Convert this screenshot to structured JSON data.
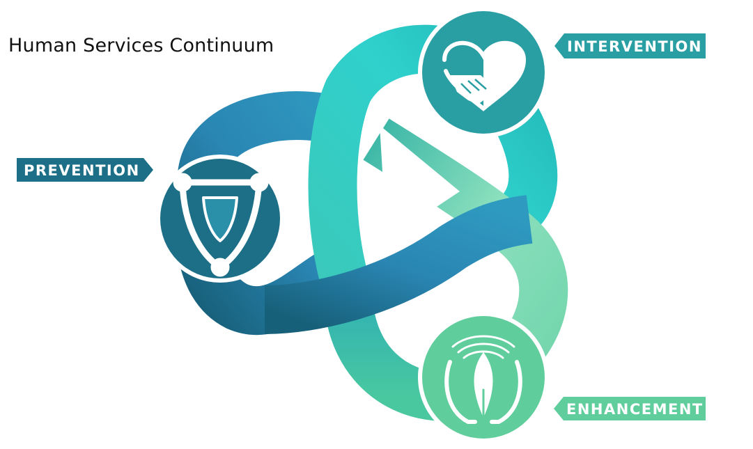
{
  "title": "Human Services Continuum",
  "labels": {
    "prevention": "PREVENTION",
    "intervention": "INTERVENTION",
    "enhancement": "ENHANCEMENT"
  },
  "icons": {
    "prevention": "shield-linked-hands-icon",
    "intervention": "handshake-heart-icon",
    "enhancement": "hands-sprout-icon"
  },
  "colors": {
    "prevention": "#1c6f87",
    "intervention": "#2a9fa3",
    "enhancement": "#5fcd9c",
    "band_teal": "#33c7c5",
    "band_blue": "#2e8bb8",
    "band_mint": "#7fdcb5"
  }
}
